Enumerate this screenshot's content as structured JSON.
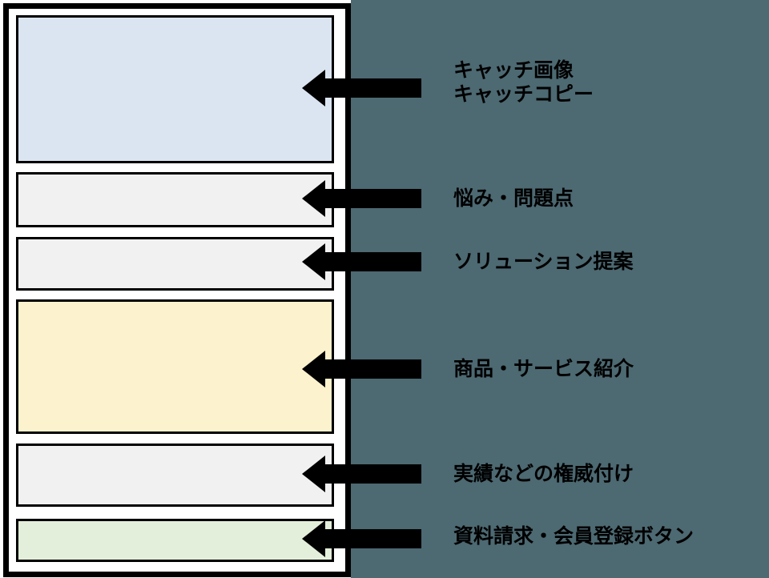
{
  "colors": {
    "background": "#4d6972",
    "panel": "#ffffff",
    "frame_border": "#000000",
    "arrow": "#000000",
    "label_text": "#000000"
  },
  "diagram": {
    "sections": [
      {
        "name": "hero",
        "fill": "#dbe5f1"
      },
      {
        "name": "problems",
        "fill": "#f1f1f1"
      },
      {
        "name": "solution",
        "fill": "#f1f1f1"
      },
      {
        "name": "product",
        "fill": "#fcf2cd"
      },
      {
        "name": "credibility",
        "fill": "#f1f1f1"
      },
      {
        "name": "cta",
        "fill": "#e3efda"
      }
    ],
    "annotations": [
      {
        "label": "キャッチ画像\nキャッチコピー"
      },
      {
        "label": "悩み・問題点"
      },
      {
        "label": "ソリューション提案"
      },
      {
        "label": "商品・サービス紹介"
      },
      {
        "label": "実績などの権威付け"
      },
      {
        "label": "資料請求・会員登録ボタン"
      }
    ]
  }
}
